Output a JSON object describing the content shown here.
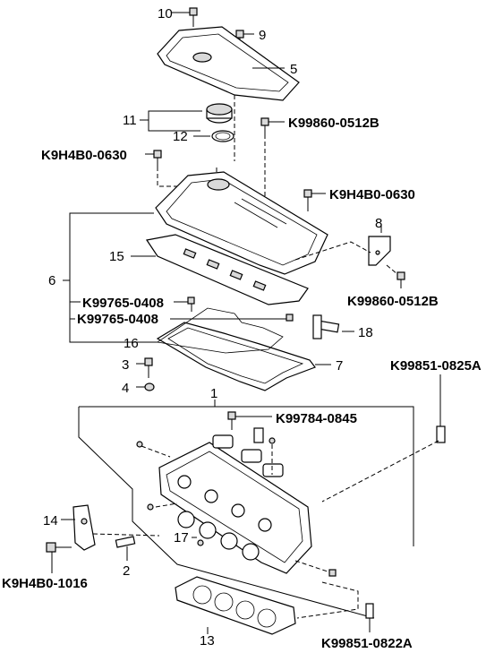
{
  "callouts": {
    "c10": "10",
    "c9": "9",
    "c5": "5",
    "c11": "11",
    "c12": "12",
    "k_k99860_0512b_top": "K99860-0512B",
    "k_k9h4b0_0630_left": "K9H4B0-0630",
    "k_k9h4b0_0630_right": "K9H4B0-0630",
    "c8": "8",
    "c15": "15",
    "c6": "6",
    "k_k99860_0512b_right": "K99860-0512B",
    "k_k99765_0408_a": "K99765-0408",
    "k_k99765_0408_b": "K99765-0408",
    "c18": "18",
    "c16": "16",
    "c7": "7",
    "c3": "3",
    "c4": "4",
    "k_k99851_0825a": "K99851-0825A",
    "c1": "1",
    "k_k99784_0845": "K99784-0845",
    "c14": "14",
    "c17": "17",
    "c2": "2",
    "k_k9h4b0_1016": "K9H4B0-1016",
    "c13": "13",
    "k_k99851_0822a": "K99851-0822A"
  }
}
